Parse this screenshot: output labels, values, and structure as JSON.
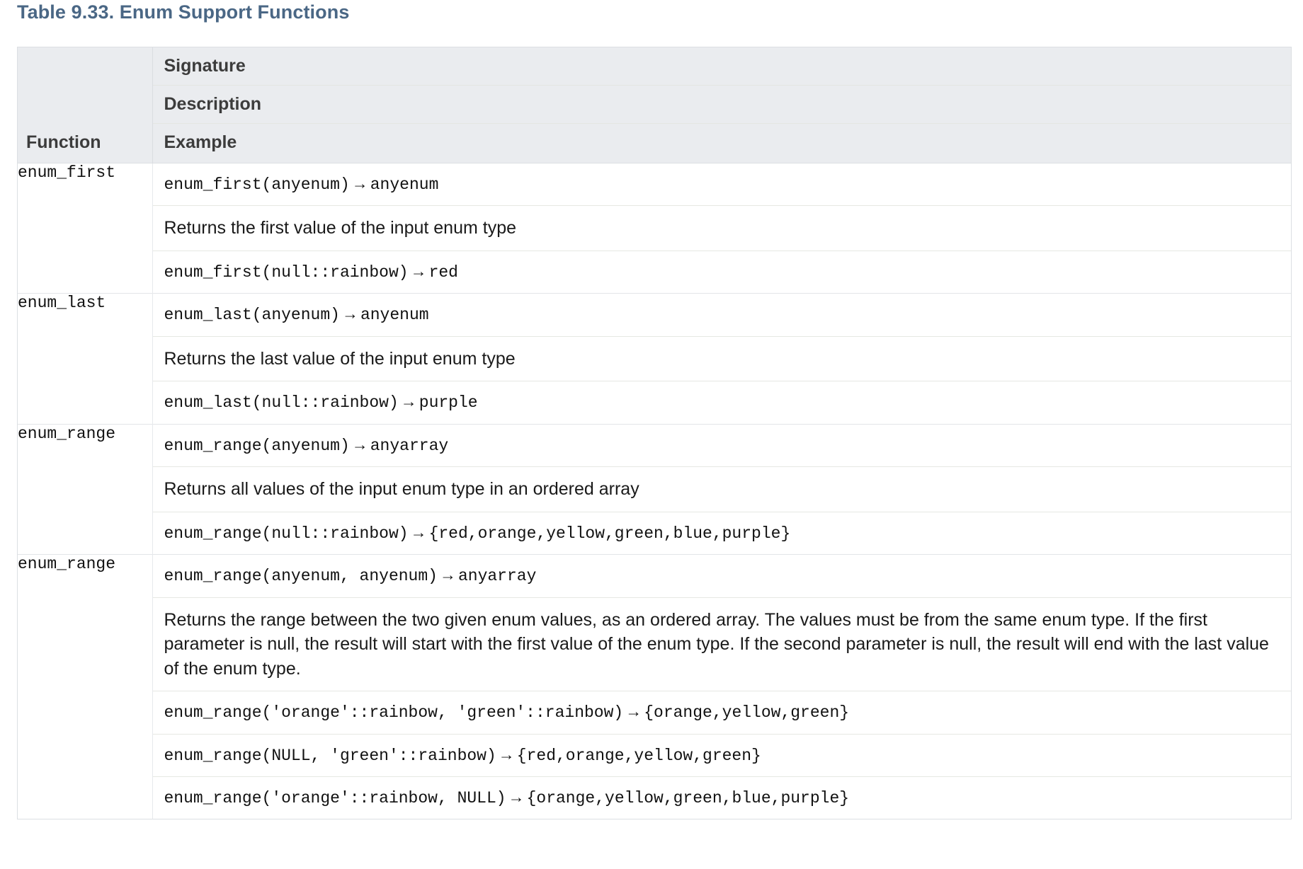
{
  "title": "Table 9.33. Enum Support Functions",
  "title_color": "#4a6785",
  "header": {
    "function_label": "Function",
    "signature_label": "Signature",
    "description_label": "Description",
    "example_label": "Example"
  },
  "arrow_glyph": "→",
  "rows": [
    {
      "function": "enum_first",
      "signature_call": "enum_first(anyenum)",
      "signature_return": "anyenum",
      "description": "Returns the first value of the input enum type",
      "examples": [
        {
          "call": "enum_first(null::rainbow)",
          "result": "red"
        }
      ]
    },
    {
      "function": "enum_last",
      "signature_call": "enum_last(anyenum)",
      "signature_return": "anyenum",
      "description": "Returns the last value of the input enum type",
      "examples": [
        {
          "call": "enum_last(null::rainbow)",
          "result": "purple"
        }
      ]
    },
    {
      "function": "enum_range",
      "signature_call": "enum_range(anyenum)",
      "signature_return": "anyarray",
      "description": "Returns all values of the input enum type in an ordered array",
      "examples": [
        {
          "call": "enum_range(null::rainbow)",
          "result": "{red,orange,yellow,green,blue,purple}"
        }
      ]
    },
    {
      "function": "enum_range",
      "signature_call": "enum_range(anyenum, anyenum)",
      "signature_return": "anyarray",
      "description": "Returns the range between the two given enum values, as an ordered array. The values must be from the same enum type. If the first parameter is null, the result will start with the first value of the enum type. If the second parameter is null, the result will end with the last value of the enum type.",
      "examples": [
        {
          "call": "enum_range('orange'::rainbow, 'green'::rainbow)",
          "result": "{orange,yellow,green}"
        },
        {
          "call": "enum_range(NULL, 'green'::rainbow)",
          "result": "{red,orange,yellow,green}"
        },
        {
          "call": "enum_range('orange'::rainbow, NULL)",
          "result": "{orange,yellow,green,blue,purple}"
        }
      ]
    }
  ]
}
